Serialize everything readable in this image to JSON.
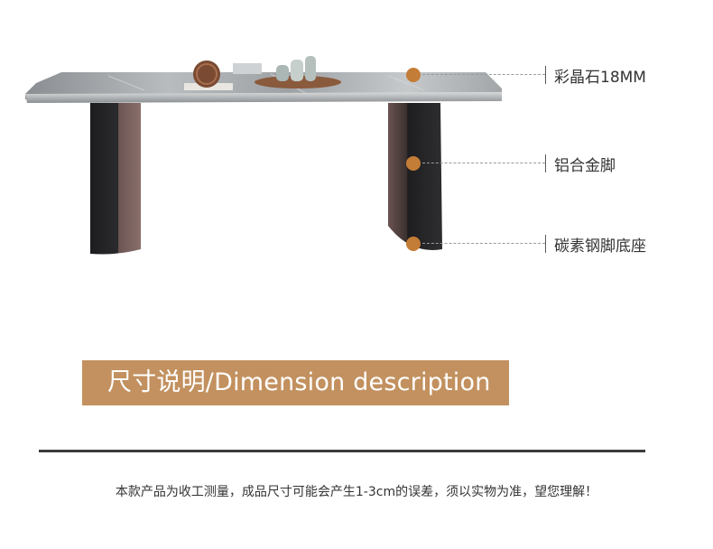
{
  "callouts": [
    {
      "label": "彩晶石18MM"
    },
    {
      "label": "铝合金脚"
    },
    {
      "label": "碳素钢脚底座"
    }
  ],
  "banner": {
    "title": "尺寸说明/Dimension description"
  },
  "note": {
    "text": "本款产品为收工测量，成品尺寸可能会产生1-3cm的误差，须以实物为准，望您理解！"
  },
  "colors": {
    "accent": "#c47d36",
    "banner": "#c2915f",
    "divider": "#3c3c3c"
  }
}
